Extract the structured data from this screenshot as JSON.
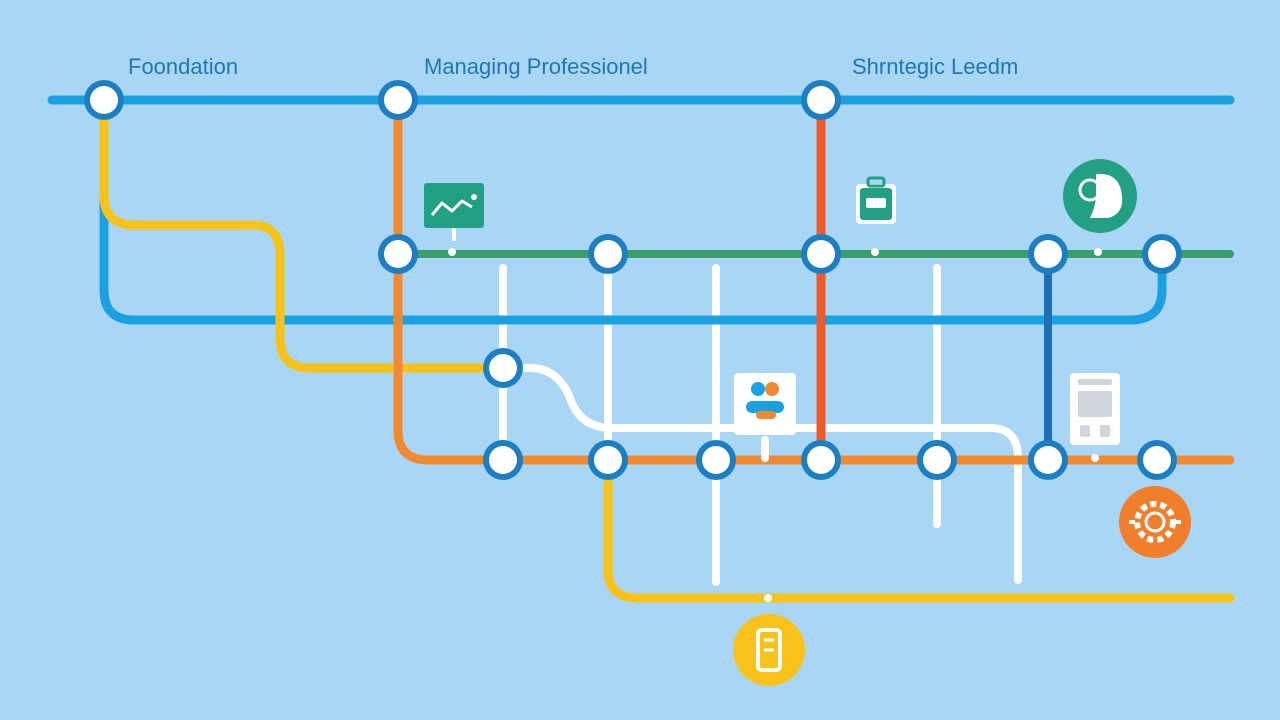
{
  "stages": [
    {
      "label": "Foondation"
    },
    {
      "label": "Managing Professionel"
    },
    {
      "label": "Shrntegic Leedm"
    }
  ],
  "colors": {
    "background": "#a9d6f5",
    "blue_line": "#1ba1e2",
    "yellow_line": "#f7c21a",
    "orange_line": "#f08a30",
    "red_line": "#ee5a2c",
    "green_line": "#3a9e6d",
    "dark_blue_line": "#1d6fb8",
    "white_line": "#ffffff",
    "station_ring": "#1d7fc1",
    "label_text": "#1f78b4",
    "teal_icon": "#23a083",
    "orange_icon": "#f07e2c",
    "yellow_icon": "#f7c21a"
  },
  "lines": [
    {
      "id": "blue-line",
      "color_key": "blue_line"
    },
    {
      "id": "yellow-line",
      "color_key": "yellow_line"
    },
    {
      "id": "orange-line",
      "color_key": "orange_line"
    },
    {
      "id": "red-line",
      "color_key": "red_line"
    },
    {
      "id": "green-line",
      "color_key": "green_line"
    },
    {
      "id": "dark-blue-line",
      "color_key": "dark_blue_line"
    }
  ],
  "icons": [
    {
      "name": "chart-trend-icon"
    },
    {
      "name": "briefcase-icon"
    },
    {
      "name": "people-icon"
    },
    {
      "name": "idea-head-icon"
    },
    {
      "name": "document-icon"
    },
    {
      "name": "gear-icon"
    },
    {
      "name": "phone-icon"
    }
  ]
}
